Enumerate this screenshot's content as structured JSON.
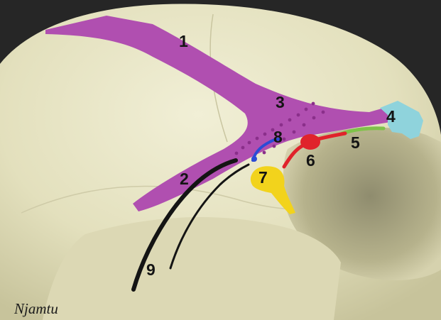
{
  "labels": [
    "1",
    "2",
    "3",
    "4",
    "5",
    "6",
    "7",
    "8",
    "9"
  ],
  "signature": "Njamtu",
  "colors": {
    "temporal_fat_pad": "#b04fb0",
    "supraorbital_region": "#8fd3dc",
    "red_vessel": "#e0232b",
    "yellow_zone": "#f2d31c",
    "blue_vessel": "#2b4bd6",
    "green_segment": "#7fc24a",
    "nerve_line": "#141414",
    "bone": "#e8e6c4",
    "background": "#2a2a2a"
  }
}
